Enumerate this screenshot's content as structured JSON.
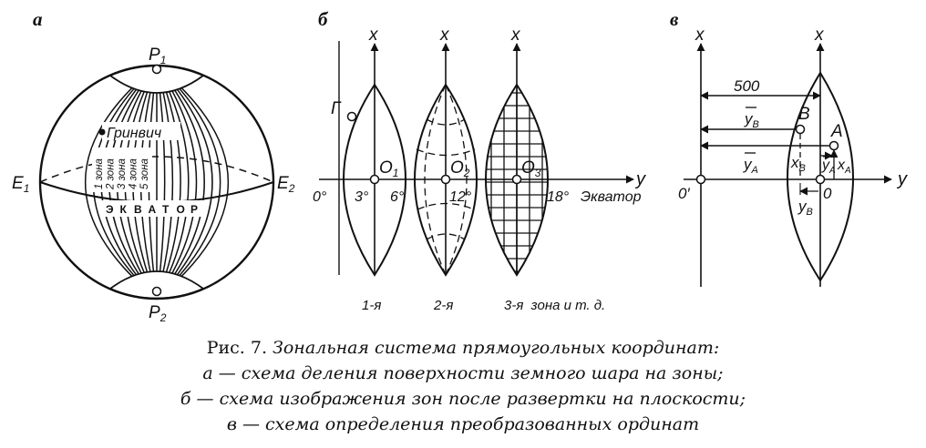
{
  "panels": {
    "a": "а",
    "b": "б",
    "c": "в"
  },
  "globe": {
    "pole_top": "P",
    "pole_top_sub": "1",
    "pole_bottom": "P",
    "pole_bottom_sub": "2",
    "east_left": "E",
    "east_left_sub": "1",
    "east_right": "E",
    "east_right_sub": "2",
    "greenwich": "Гринвич",
    "zones": [
      "1 зона",
      "2 зона",
      "3 зона",
      "4 зона",
      "5 зона"
    ],
    "equator_letters": [
      "Э",
      "К",
      "В",
      "А",
      "Т",
      "О",
      "Р"
    ]
  },
  "zones_panel": {
    "x_label": "x",
    "y_label": "y",
    "point_g": "Г",
    "centers": [
      {
        "base": "O",
        "sub": "1"
      },
      {
        "base": "O",
        "sub": "2"
      },
      {
        "base": "O",
        "sub": "3"
      }
    ],
    "degrees": [
      "0°",
      "3°",
      "6°",
      "12°",
      "18°"
    ],
    "equator": "Экватор",
    "zone_labels": [
      "1-я",
      "2-я",
      "3-я  зона и т. д."
    ]
  },
  "ordinates_panel": {
    "x_label": "x",
    "y_label": "y",
    "distance": "500",
    "point_b": "B",
    "point_a": "A",
    "ybar_b": "y",
    "ybar_b_sub": "B",
    "ybar_a": "y",
    "ybar_a_sub": "A",
    "x_b": "x",
    "x_b_sub": "B",
    "y_a": "y",
    "y_a_sub": "A",
    "x_a": "x",
    "x_a_sub": "A",
    "y_b": "y",
    "y_b_sub": "B",
    "origin_prime": "0′",
    "origin": "0"
  },
  "caption": {
    "title_prefix": "Рис. 7.",
    "title_text": "Зональная система прямоугольных координат:",
    "line_a": "а — схема деления поверхности земного шара на зоны;",
    "line_b": "б — схема изображения зон после развертки на плоскости;",
    "line_c": "в — схема определения преобразованных ординат"
  }
}
